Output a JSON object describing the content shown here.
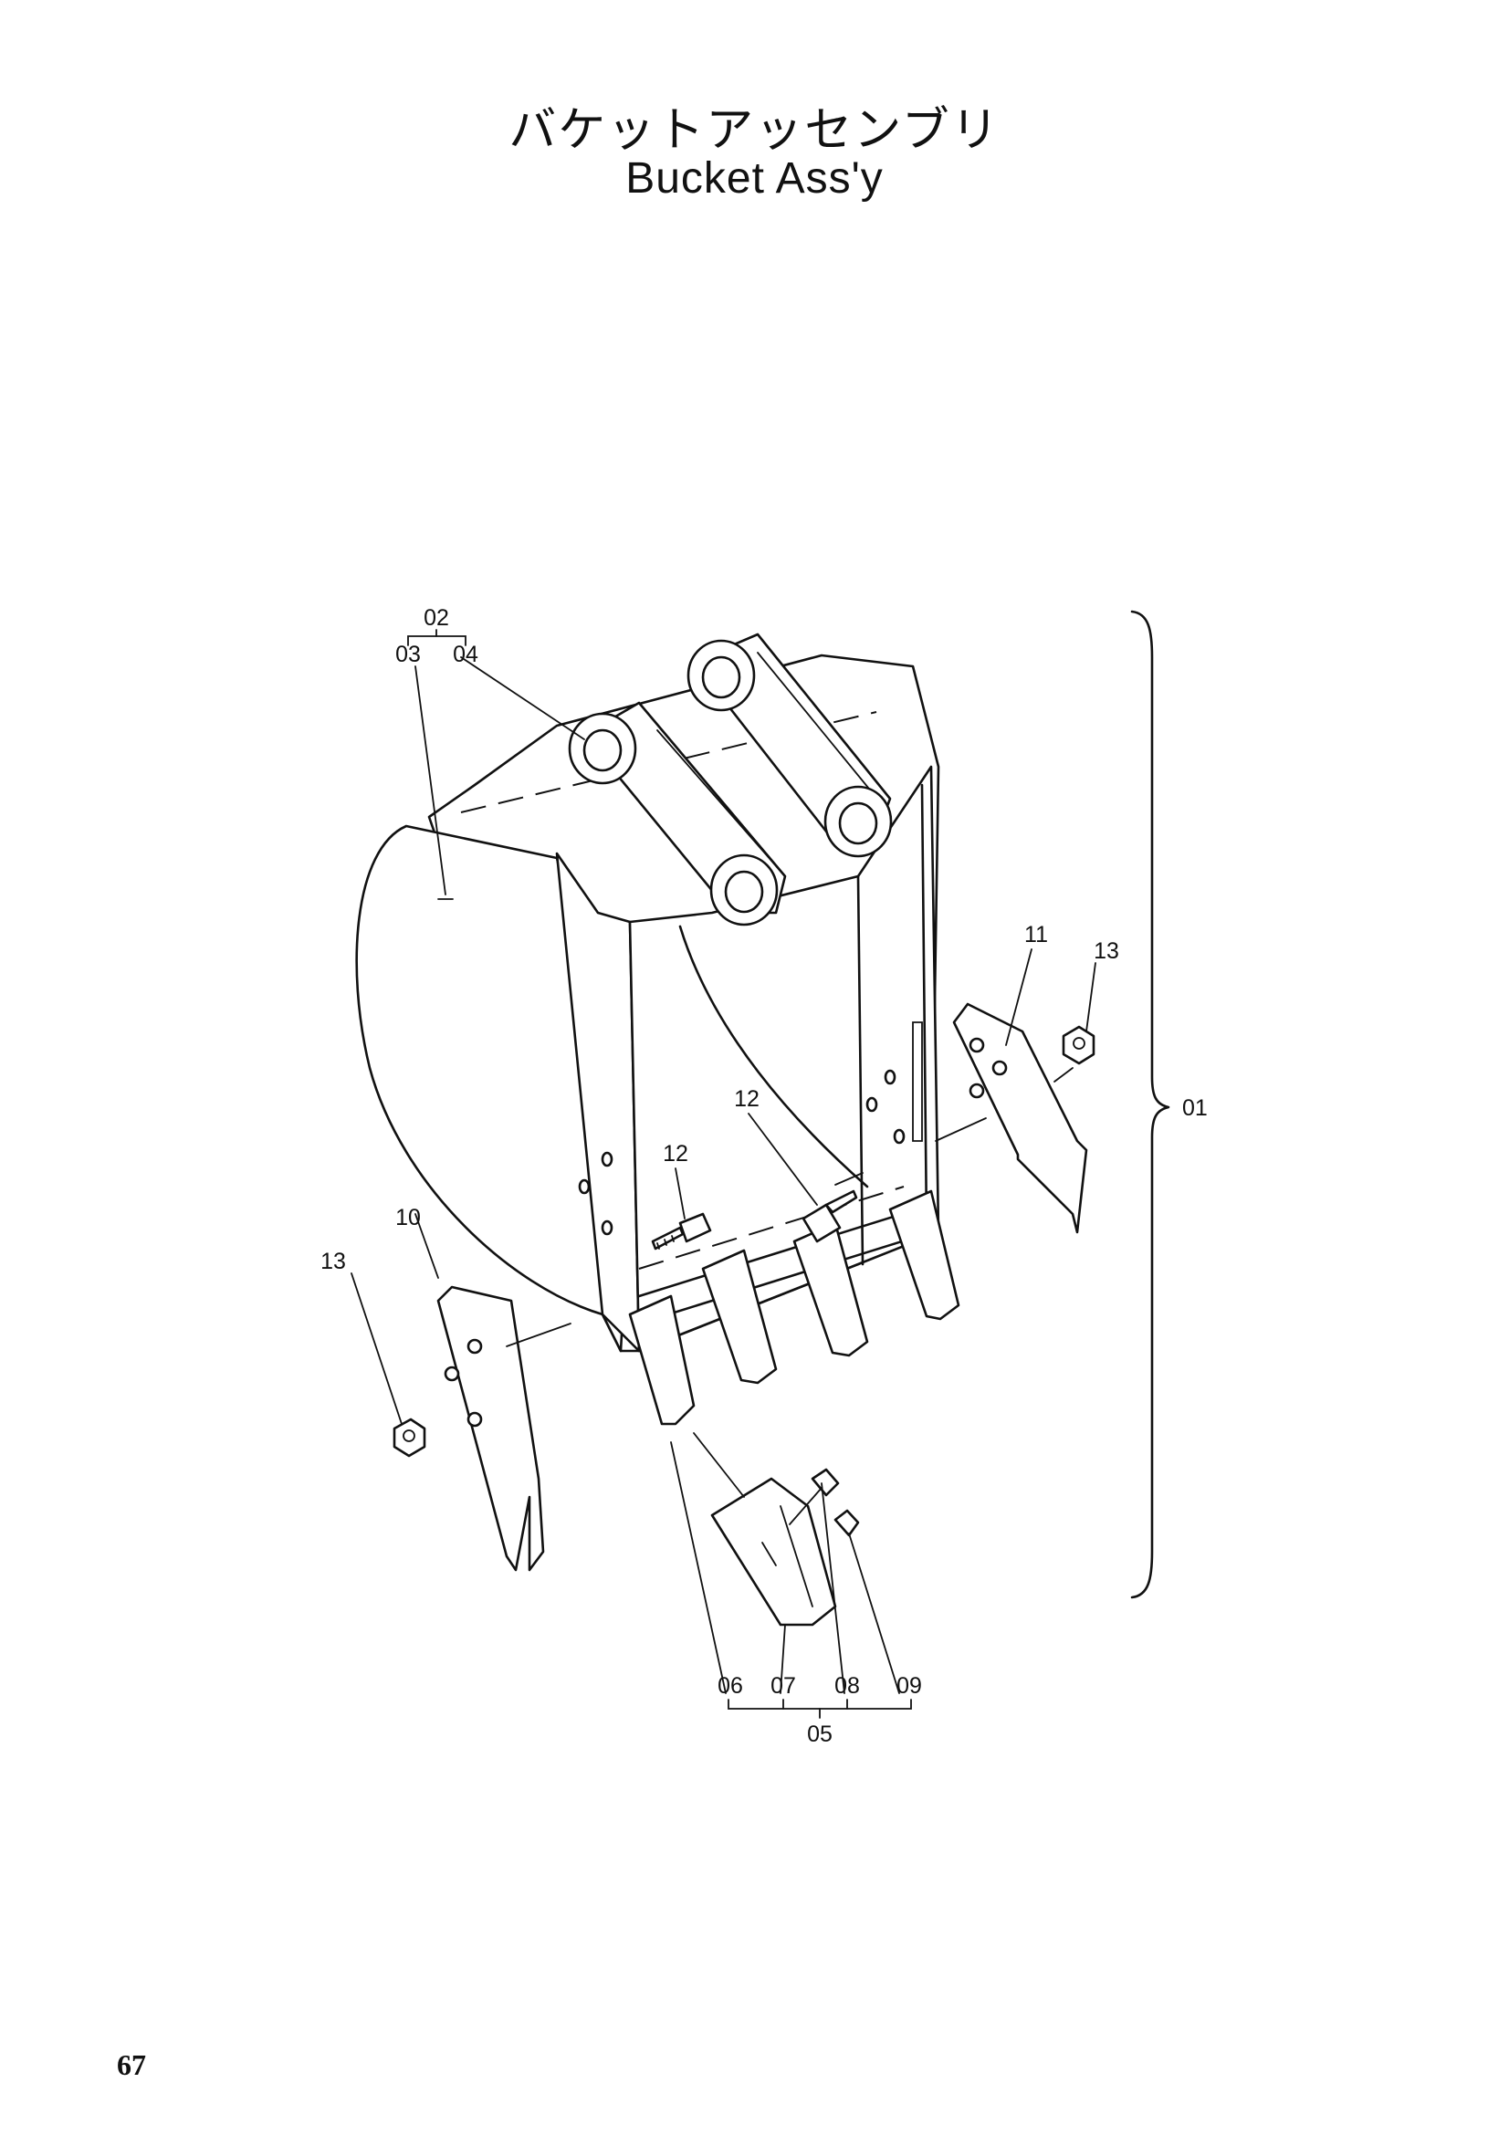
{
  "title_jp": "バケットアッセンブリ",
  "title_en": "Bucket Ass'y",
  "page_number": "67",
  "callouts": {
    "c01": "01",
    "c02": "02",
    "c03": "03",
    "c04": "04",
    "c05": "05",
    "c06": "06",
    "c07": "07",
    "c08": "08",
    "c09": "09",
    "c10": "10",
    "c11": "11",
    "c12a": "12",
    "c12b": "12",
    "c13a": "13",
    "c13b": "13"
  }
}
